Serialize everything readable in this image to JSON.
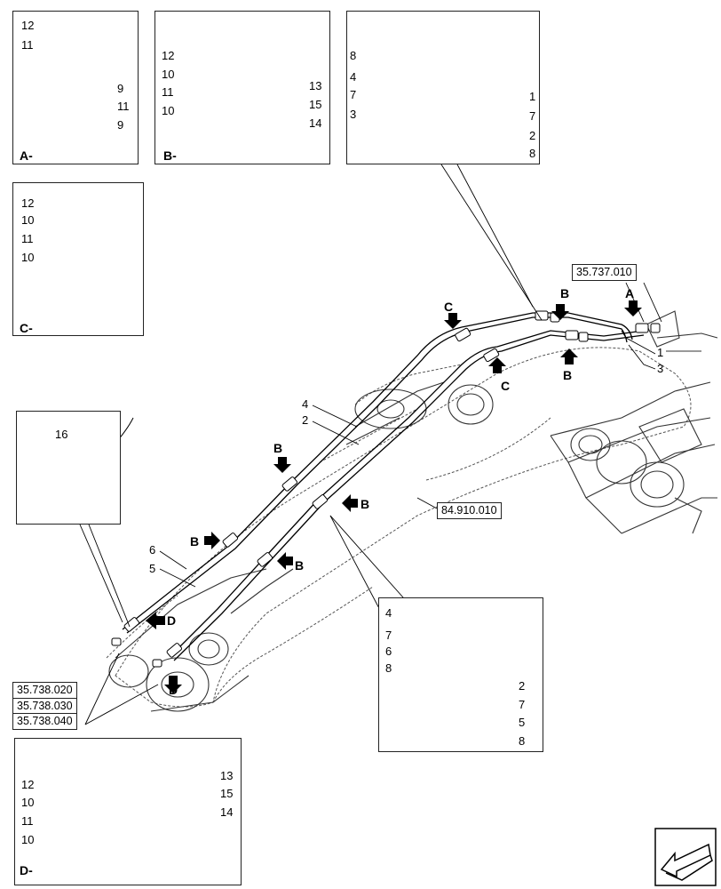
{
  "views": {
    "A": {
      "label": "A-",
      "callouts": [
        "12",
        "11",
        "9",
        "11",
        "9"
      ]
    },
    "B": {
      "label": "B-",
      "callouts": [
        "12",
        "10",
        "11",
        "10",
        "13",
        "15",
        "14"
      ]
    },
    "C": {
      "label": "C-",
      "callouts": [
        "12",
        "10",
        "11",
        "10"
      ]
    },
    "D": {
      "label": "D-",
      "callouts": [
        "12",
        "10",
        "11",
        "10",
        "13",
        "15",
        "14"
      ]
    },
    "top_detail": {
      "callouts_left": [
        "8",
        "4",
        "7",
        "3"
      ],
      "callouts_right": [
        "1",
        "7",
        "2",
        "8"
      ]
    },
    "mid_detail": {
      "callouts_left": [
        "4",
        "7",
        "6",
        "8"
      ],
      "callouts_right": [
        "2",
        "7",
        "5",
        "8"
      ]
    },
    "sensor_detail": {
      "callout": "16"
    }
  },
  "references": {
    "top_right": "35.737.010",
    "boom": "84.910.010",
    "bottom_left": [
      "35.738.020",
      "35.738.030",
      "35.738.040"
    ]
  },
  "main_callouts": {
    "pipe1": "1",
    "pipe3": "3",
    "pipe4": "4",
    "pipe2": "2",
    "pipe6": "6",
    "pipe5": "5"
  },
  "arrow_letters": {
    "A": "A",
    "B": "B",
    "C": "C",
    "D": "D"
  }
}
